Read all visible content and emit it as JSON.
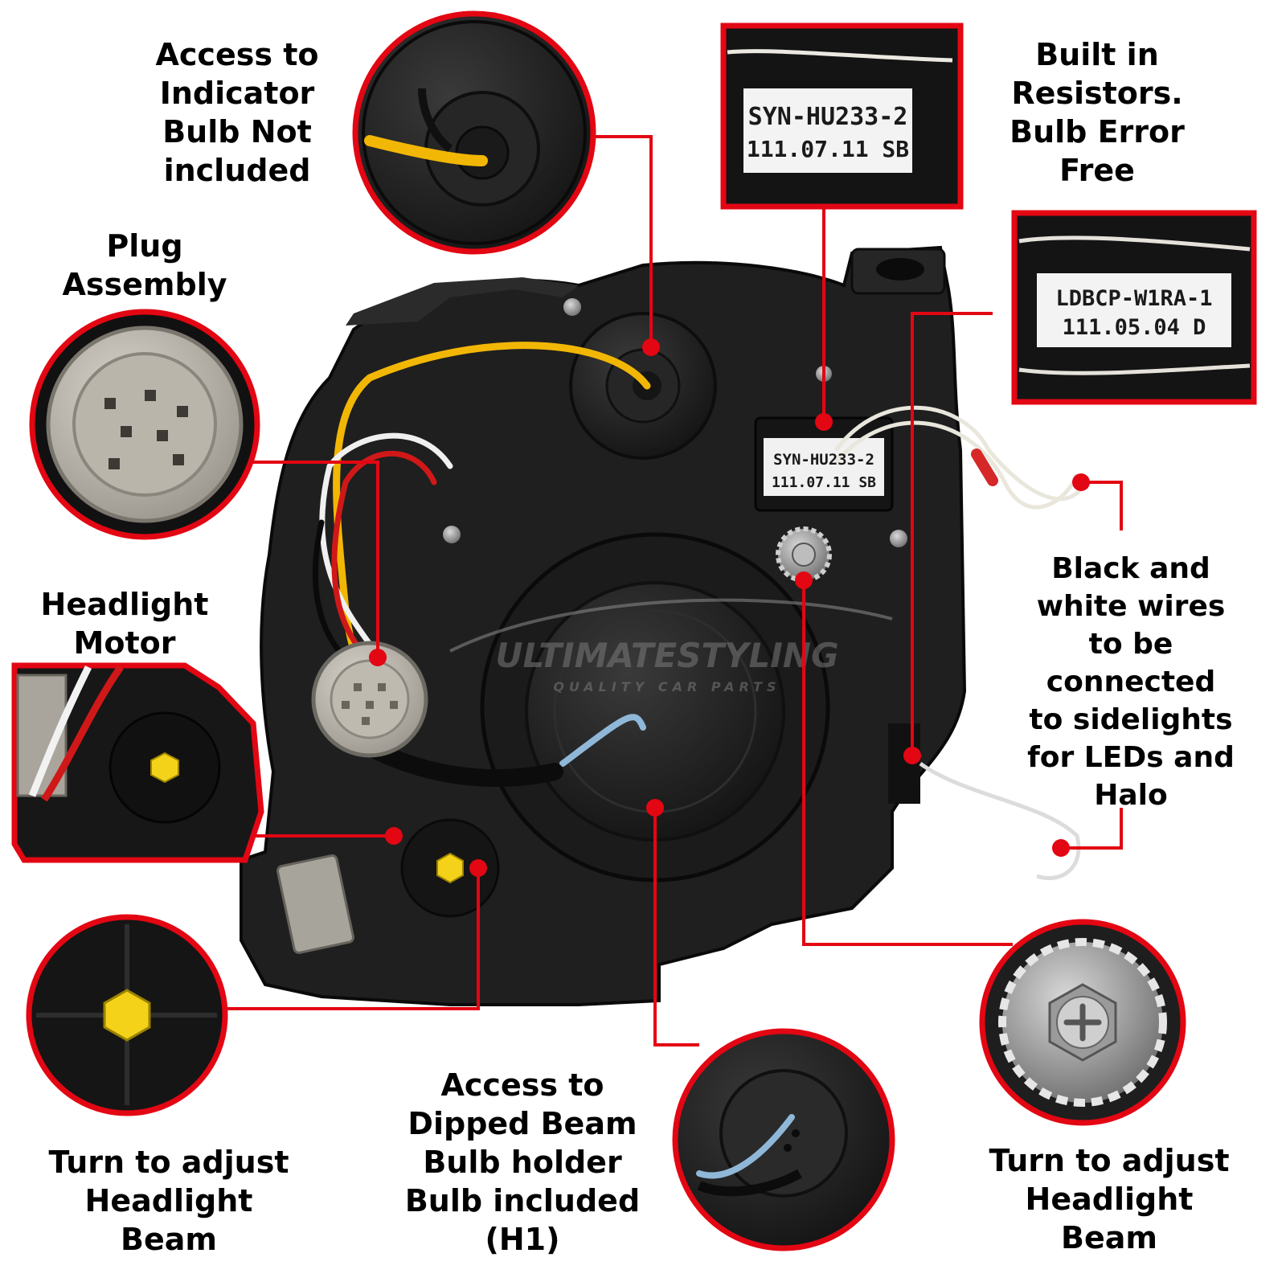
{
  "colors": {
    "accent": "#e30613",
    "body": "#1c1c1c",
    "wire_yellow": "#f2b705",
    "wire_blue": "#8fb7d8",
    "adjuster_yellow": "#f5d21a"
  },
  "labels": {
    "indicator": [
      "Access to",
      "Indicator",
      "Bulb Not",
      "included"
    ],
    "resistors": [
      "Built in",
      "Resistors.",
      "Bulb Error",
      "Free"
    ],
    "plug": [
      "Plug",
      "Assembly"
    ],
    "motor": [
      "Headlight",
      "Motor"
    ],
    "sidelight_wires": [
      "Black and",
      "white wires",
      "to be",
      "connected",
      "to sidelights",
      "for LEDs and",
      "Halo"
    ],
    "adjust_left": [
      "Turn to adjust",
      "Headlight",
      "Beam"
    ],
    "dipped_beam": [
      "Access to",
      "Dipped Beam",
      "Bulb holder",
      "Bulb included",
      "(H1)"
    ],
    "adjust_right": [
      "Turn to adjust",
      "Headlight",
      "Beam"
    ]
  },
  "tags": {
    "resistor_top": [
      "SYN-HU233-2",
      "111.07.11 SB"
    ],
    "resistor_right": [
      "LDBCP-W1RA-1",
      "111.05.04  D"
    ],
    "resistor_body": [
      "SYN-HU233-2",
      "111.07.11 SB"
    ]
  },
  "watermark": {
    "brand": "ULTIMATESTYLING",
    "tagline": "QUALITY CAR PARTS"
  },
  "icons": {
    "screw": "phillips-screw-icon",
    "adjuster": "adjuster-bolt-icon"
  }
}
